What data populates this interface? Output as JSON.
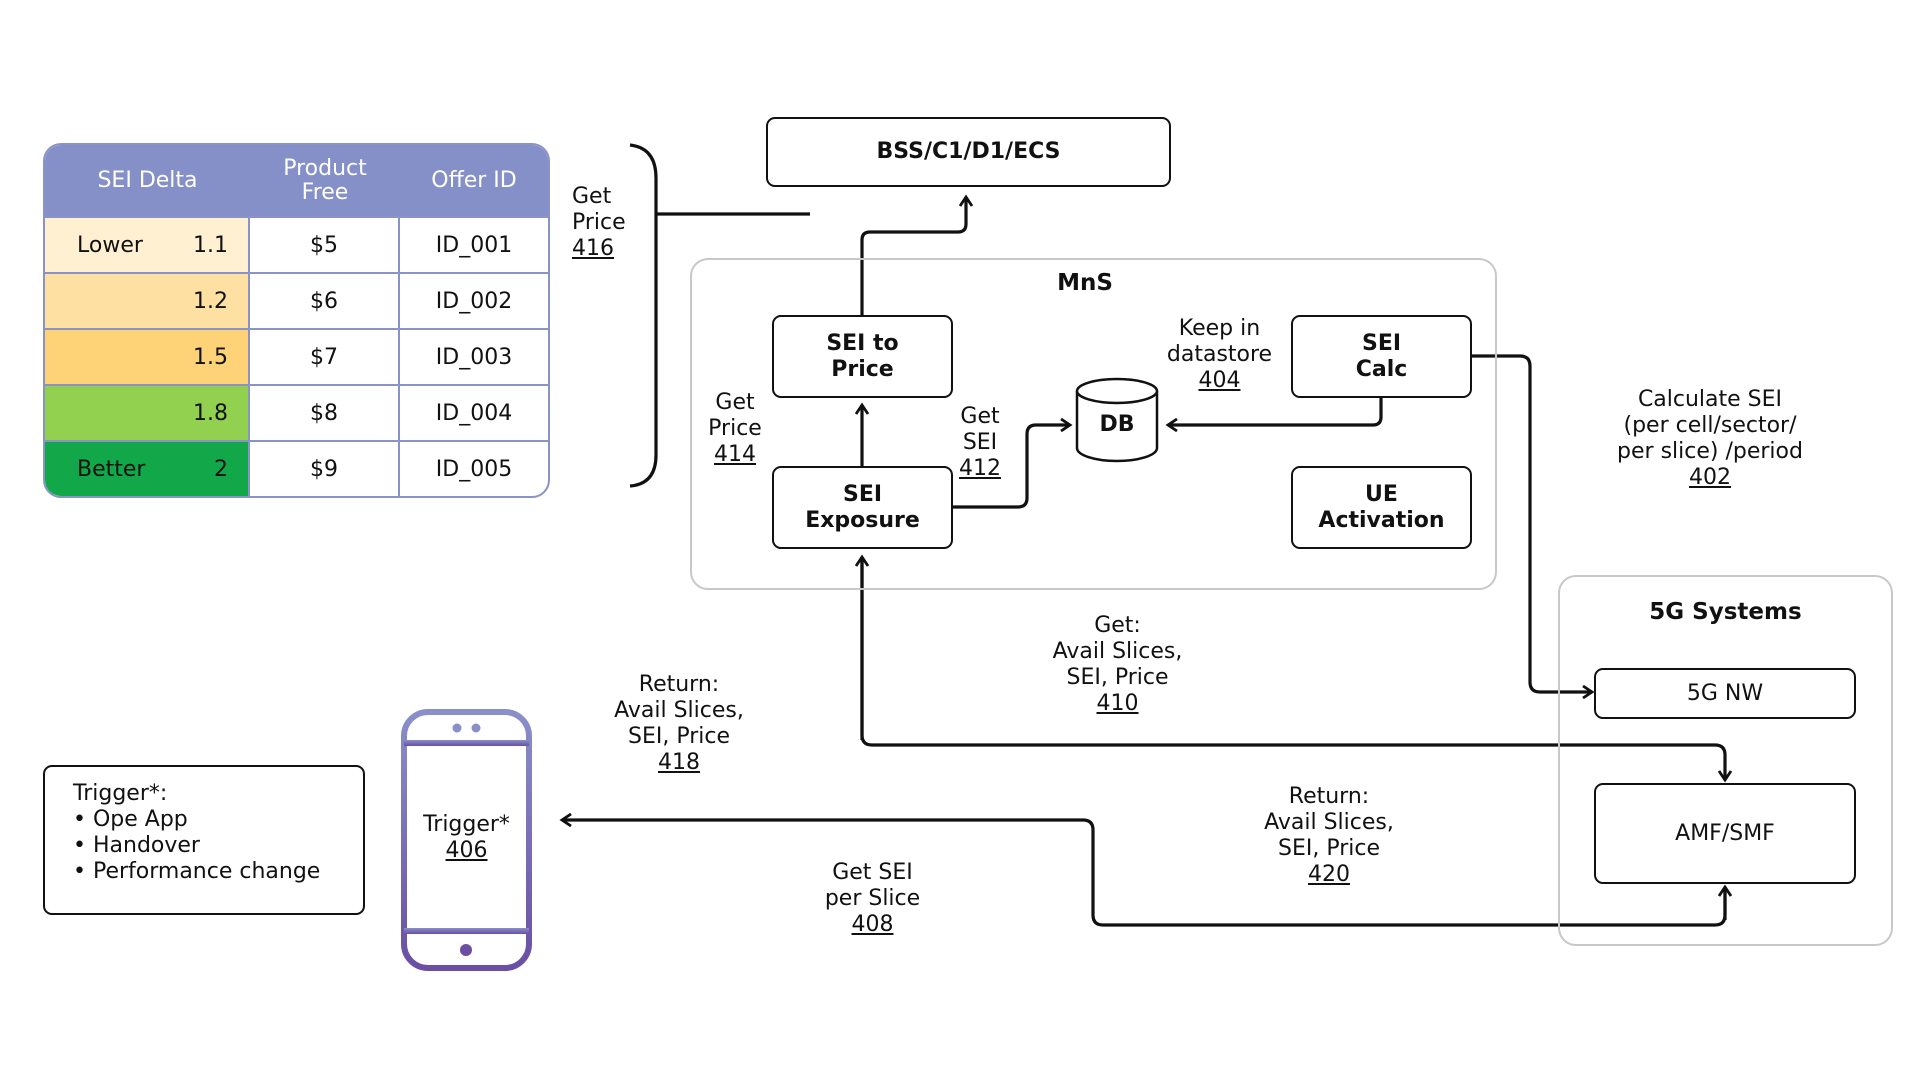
{
  "table": {
    "headers": [
      "SEI Delta",
      "Product\nFree",
      "Offer ID"
    ],
    "header_color": "#858fc8",
    "rows": [
      {
        "tier": "Lower",
        "delta": "1.1",
        "price": "$5",
        "offer_id": "ID_001",
        "color": "#fff0d2"
      },
      {
        "tier": "",
        "delta": "1.2",
        "price": "$6",
        "offer_id": "ID_002",
        "color": "#fde0a2"
      },
      {
        "tier": "",
        "delta": "1.5",
        "price": "$7",
        "offer_id": "ID_003",
        "color": "#fed276"
      },
      {
        "tier": "",
        "delta": "1.8",
        "price": "$8",
        "offer_id": "ID_004",
        "color": "#92d050"
      },
      {
        "tier": "Better",
        "delta": "2",
        "price": "$9",
        "offer_id": "ID_005",
        "color": "#12a84a"
      }
    ]
  },
  "nodes": {
    "bss": "BSS/C1/D1/ECS",
    "mns_title": "MnS",
    "sei_to_price": [
      "SEI to",
      "Price"
    ],
    "sei_exposure": [
      "SEI",
      "Exposure"
    ],
    "db": "DB",
    "sei_calc": [
      "SEI",
      "Calc"
    ],
    "ue_activation": [
      "UE",
      "Activation"
    ],
    "fiveg_title": "5G Systems",
    "fiveg_nw": "5G NW",
    "amf_smf": "AMF/SMF",
    "phone_label": "Trigger*",
    "phone_ref": "406"
  },
  "trigger_list": {
    "title": "Trigger*:",
    "items": [
      "• Ope App",
      "• Handover",
      "• Performance change"
    ]
  },
  "labels": {
    "get_price_416": {
      "lines": [
        "Get",
        "Price"
      ],
      "ref": "416"
    },
    "get_price_414": {
      "lines": [
        "Get",
        "Price"
      ],
      "ref": "414"
    },
    "get_sei_412": {
      "lines": [
        "Get",
        "SEI"
      ],
      "ref": "412"
    },
    "keep_404": {
      "lines": [
        "Keep in",
        "datastore"
      ],
      "ref": "404"
    },
    "calc_402": {
      "lines": [
        "Calculate SEI",
        "(per cell/sector/",
        "per slice) /period"
      ],
      "ref": "402"
    },
    "get_410": {
      "lines": [
        "Get:",
        "Avail Slices,",
        "SEI, Price"
      ],
      "ref": "410"
    },
    "return_418": {
      "lines": [
        "Return:",
        "Avail Slices,",
        "SEI, Price"
      ],
      "ref": "418"
    },
    "return_420": {
      "lines": [
        "Return:",
        "Avail Slices,",
        "SEI, Price"
      ],
      "ref": "420"
    },
    "get_408": {
      "lines": [
        "Get SEI",
        "per Slice"
      ],
      "ref": "408"
    }
  },
  "colors": {
    "phone_top": "#8a8fca",
    "phone_bottom": "#6a4fa3",
    "group_border": "#c8c8c8"
  }
}
